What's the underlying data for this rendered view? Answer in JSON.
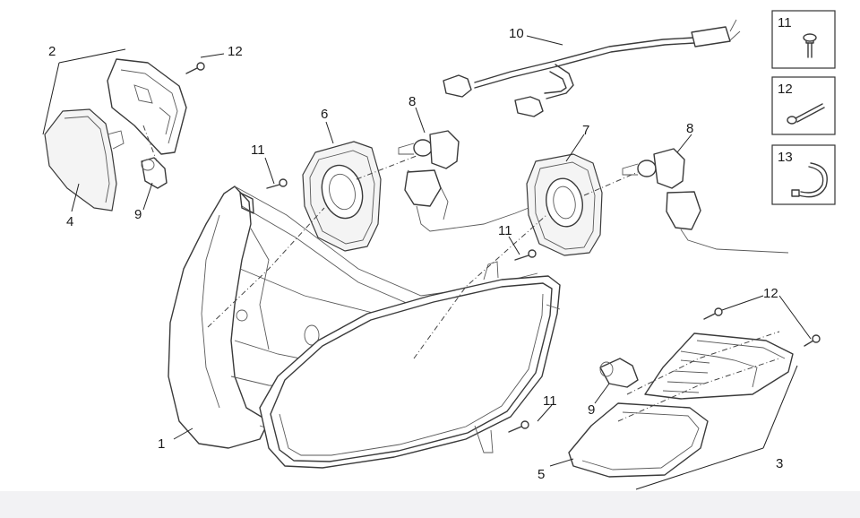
{
  "callouts": {
    "c1": "1",
    "c2": "2",
    "c3": "3",
    "c4": "4",
    "c5": "5",
    "c6": "6",
    "c7": "7",
    "c8a": "8",
    "c8b": "8",
    "c9a": "9",
    "c9b": "9",
    "c10": "10",
    "c11a": "11",
    "c11b": "11",
    "c11c": "11",
    "c12a": "12",
    "c12b": "12"
  },
  "legend": {
    "box11": "11",
    "box12": "12",
    "box13": "13"
  },
  "colors": {
    "line": "#3a3a3a",
    "background": "#ffffff",
    "footer": "#f2f2f4"
  }
}
